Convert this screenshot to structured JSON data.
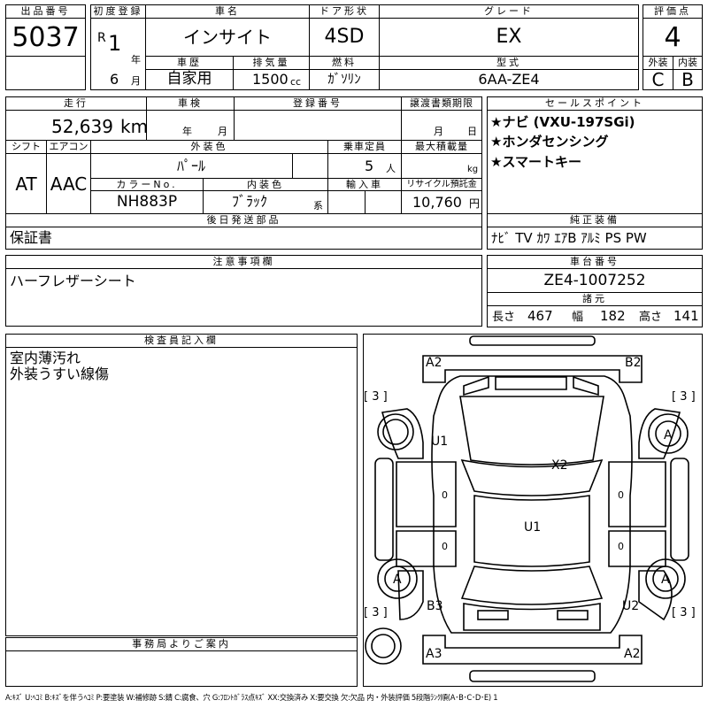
{
  "header": {
    "lot_label": "出品番号",
    "lot_number": "5037",
    "first_reg_label": "初度登録",
    "era": "R",
    "year_num": "1",
    "year_unit": "年",
    "month_num": "6",
    "month_unit": "月",
    "car_name_label": "車名",
    "car_name": "インサイト",
    "door_label": "ドア形状",
    "door": "4SD",
    "grade_label": "グレード",
    "grade": "EX",
    "score_label": "評価点",
    "score": "4",
    "history_label": "車歴",
    "history": "自家用",
    "displacement_label": "排気量",
    "displacement": "1500",
    "displacement_unit": "cc",
    "fuel_label": "燃料",
    "fuel": "ｶﾞｿﾘﾝ",
    "model_label": "型式",
    "model": "6AA-ZE4",
    "exterior_grade_label": "外装",
    "exterior_grade": "C",
    "interior_grade_label": "内装",
    "interior_grade": "B"
  },
  "row2": {
    "mileage_label": "走行",
    "mileage": "52,639",
    "mileage_unit": "km",
    "inspection_label": "車検",
    "year_unit": "年",
    "month_unit": "月",
    "plate_label": "登録番号",
    "transfer_label": "譲渡書類期限",
    "transfer_month": "月",
    "transfer_day": "日",
    "shift_label": "シフト",
    "shift": "AT",
    "ac_label": "エアコン",
    "ac": "AAC",
    "ext_color_label": "外装色",
    "ext_color": "ﾊﾟｰﾙ",
    "capacity_label": "乗車定員",
    "capacity": "5",
    "capacity_unit": "人",
    "max_load_label": "最大積載量",
    "max_load_unit": "kg",
    "color_no_label": "カラーNo.",
    "color_no": "NH883P",
    "int_color_label": "内装色",
    "int_color": "ﾌﾞﾗｯｸ",
    "int_color_unit": "系",
    "import_label": "輸入車",
    "recycle_label": "リサイクル預託金",
    "recycle": "10,760",
    "recycle_unit": "円",
    "later_label": "後日発送部品",
    "later": "保証書"
  },
  "sales": {
    "label": "セールスポイント",
    "points": [
      "★ナビ (VXU-197SGi)",
      "★ホンダセンシング",
      "★スマートキー"
    ]
  },
  "equipment": {
    "label": "純正装備",
    "value": "ﾅﾋﾞ TV ｶﾜ ｴｱB ｱﾙﾐ PS PW"
  },
  "notes": {
    "label": "注意事項欄",
    "value": "ハーフレザーシート"
  },
  "chassis": {
    "label": "車台番号",
    "value": "ZE4-1007252",
    "spec_label": "諸元",
    "length_label": "長さ",
    "length": "467",
    "width_label": "幅",
    "width": "182",
    "height_label": "高さ",
    "height": "141"
  },
  "inspector": {
    "label": "検査員記入欄",
    "lines": [
      "室内薄汚れ",
      "外装うすい線傷"
    ]
  },
  "office": {
    "label": "事務局よりご案内"
  },
  "diagram": {
    "marks": {
      "a2_top": "A2",
      "b2_top": "B2",
      "u1_left": "U1",
      "x2": "X2",
      "u1_center": "U1",
      "b3": "B3",
      "u2": "U2",
      "a3": "A3",
      "a2_bottom": "A2",
      "tire_a_tr": "A",
      "tire_a_bl": "A",
      "tire_a_br": "A"
    },
    "tread": [
      "[ 3 ]",
      "[ 3 ]",
      "[ 3 ]",
      "[ 3 ]"
    ],
    "zero": "0"
  },
  "legend": {
    "text": "A:ｷｽﾞ U:ﾍｺﾐ B:ｷｽﾞを伴うﾍｺﾐ P:要塗装 W:補修跡 S:錆 C:腐食、穴 G:ﾌﾛﾝﾄｶﾞﾗｽ点ｷｽﾞ XX:交換済み X:要交換 欠:欠品 内・外装評価 5段階ﾗﾝｸ順(A･B･C･D･E) 1"
  }
}
